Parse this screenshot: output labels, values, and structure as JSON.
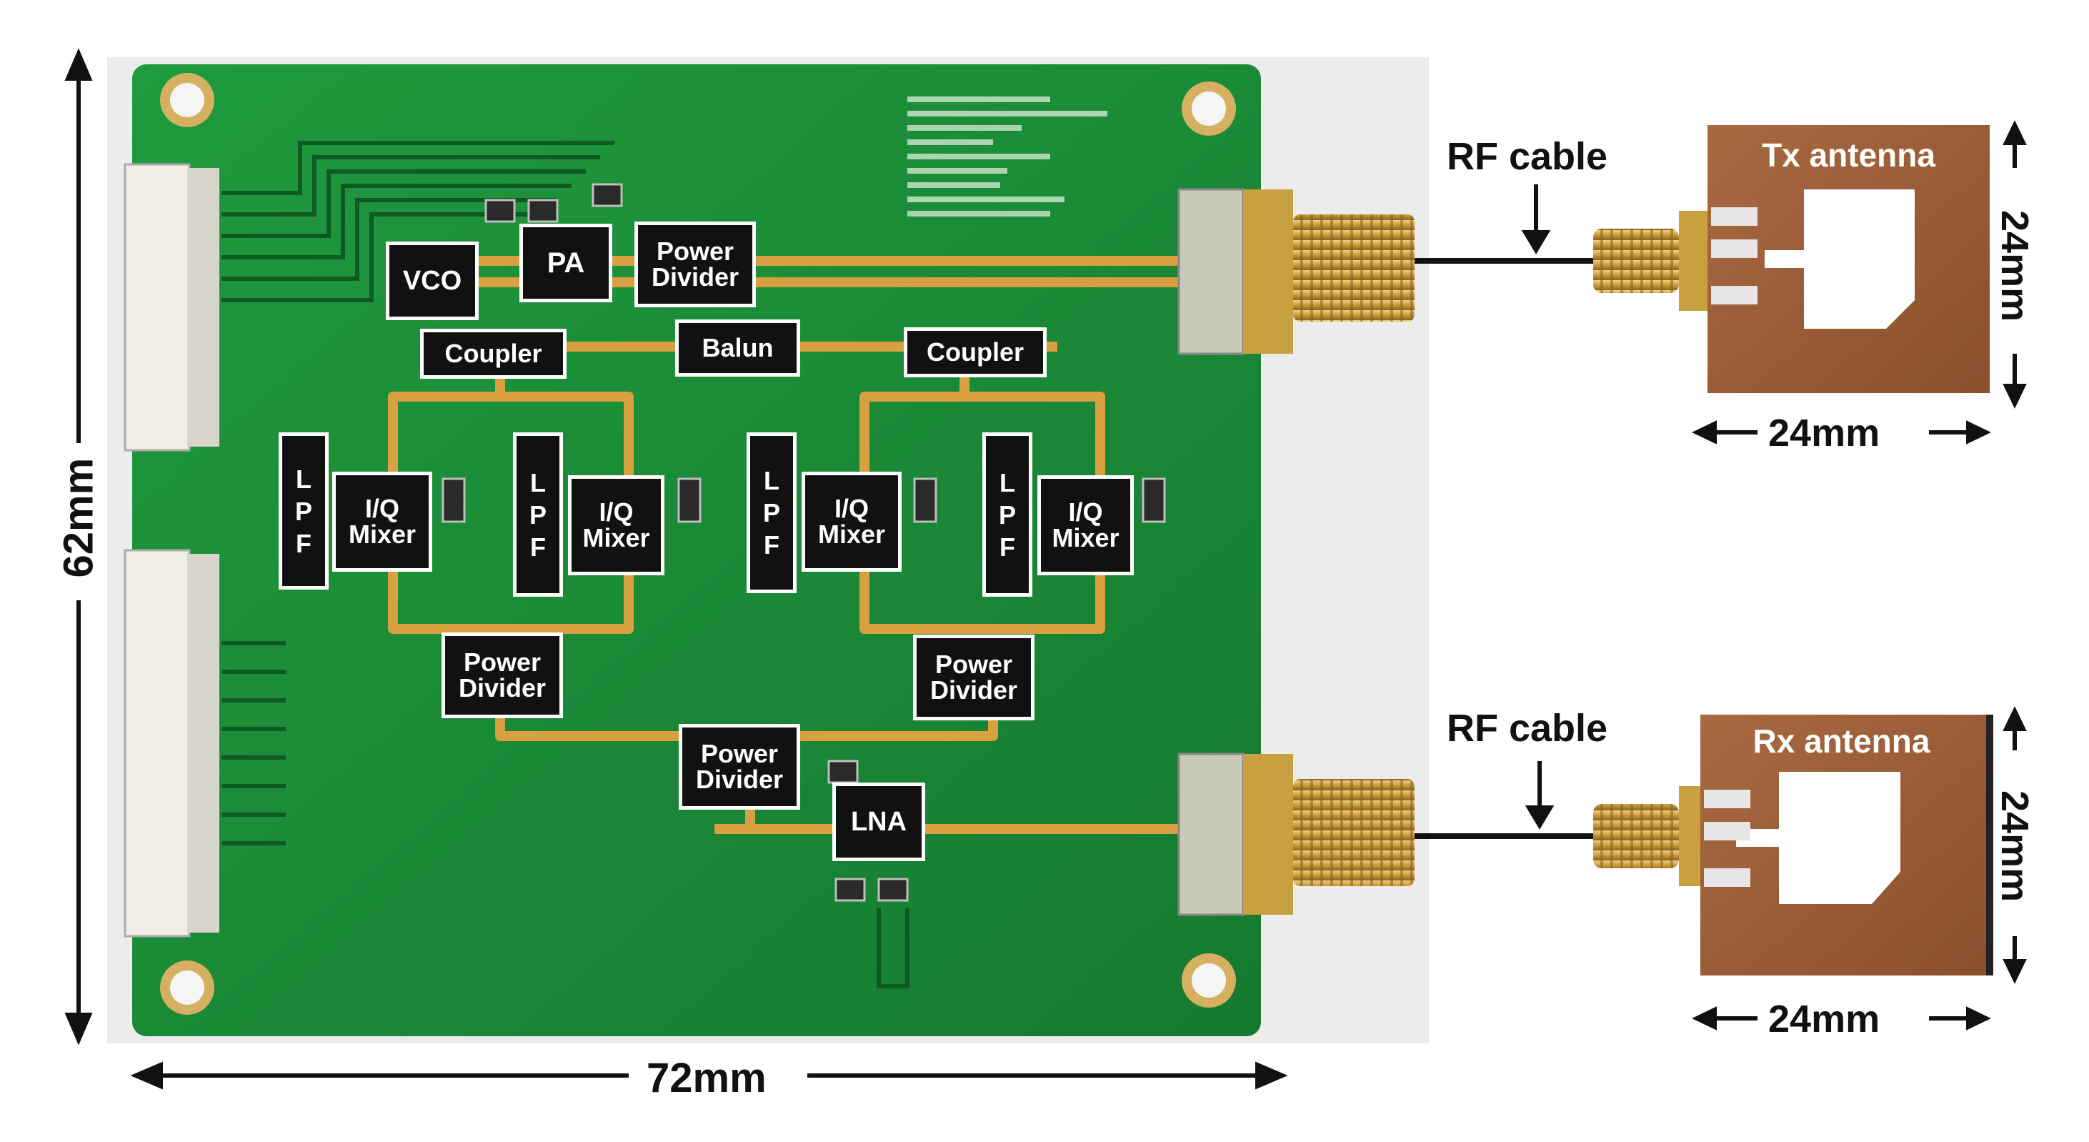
{
  "labels": {
    "vco": "VCO",
    "pa": "PA",
    "power_divider_top": [
      "Power",
      "Divider"
    ],
    "coupler_left": "Coupler",
    "balun": "Balun",
    "coupler_right": "Coupler",
    "lpf": [
      "L",
      "P",
      "F"
    ],
    "iq_mixer": [
      "I/Q",
      "Mixer"
    ],
    "power_divider_bottom_left": [
      "Power",
      "Divider"
    ],
    "power_divider_bottom_right": [
      "Power",
      "Divider"
    ],
    "power_divider_center": [
      "Power",
      "Divider"
    ],
    "lna": "LNA"
  },
  "dimensions": {
    "board_width": "72mm",
    "board_height": "62mm",
    "tx_antenna_width": "24mm",
    "tx_antenna_height": "24mm",
    "rx_antenna_width": "24mm",
    "rx_antenna_height": "24mm"
  },
  "cables": {
    "top": "RF cable",
    "bottom": "RF cable"
  },
  "antennas": {
    "tx": "Tx antenna",
    "rx": "Rx antenna"
  },
  "colors": {
    "pcb": "#1f8a3a",
    "trace_gold": "#d8a040",
    "antenna_substrate": "#9a5a35",
    "connector_gold": "#c9a040"
  }
}
